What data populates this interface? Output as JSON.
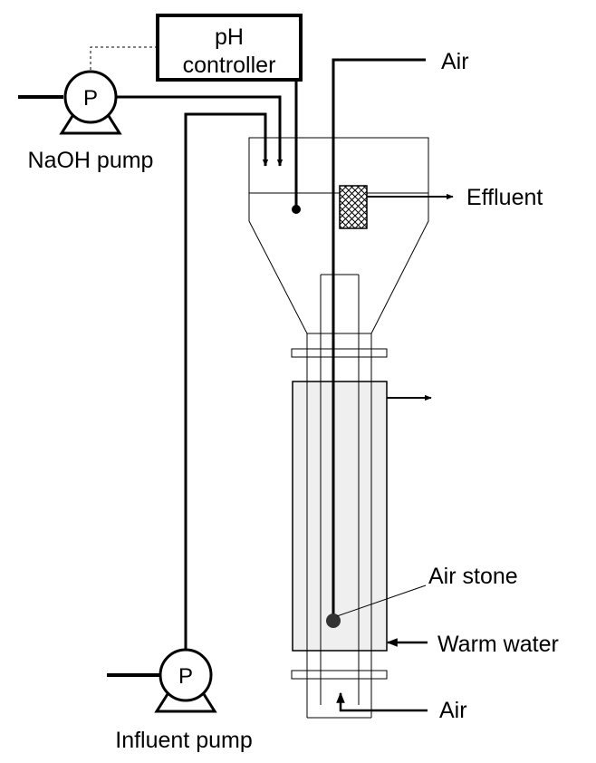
{
  "labels": {
    "ph_controller_line1": "pH",
    "ph_controller_line2": "controller",
    "naoh_pump": "NaOH pump",
    "influent_pump": "Influent pump",
    "pump_symbol": "P",
    "air_top": "Air",
    "effluent": "Effluent",
    "air_stone": "Air stone",
    "warm_water": "Warm water",
    "air_bottom": "Air"
  },
  "colors": {
    "line": "#000000",
    "jacket_fill": "#efefef",
    "white": "#ffffff"
  },
  "icons": {
    "pump": "pump-icon",
    "filter": "crosshatch-filter-icon",
    "air_stone": "air-stone-icon"
  }
}
